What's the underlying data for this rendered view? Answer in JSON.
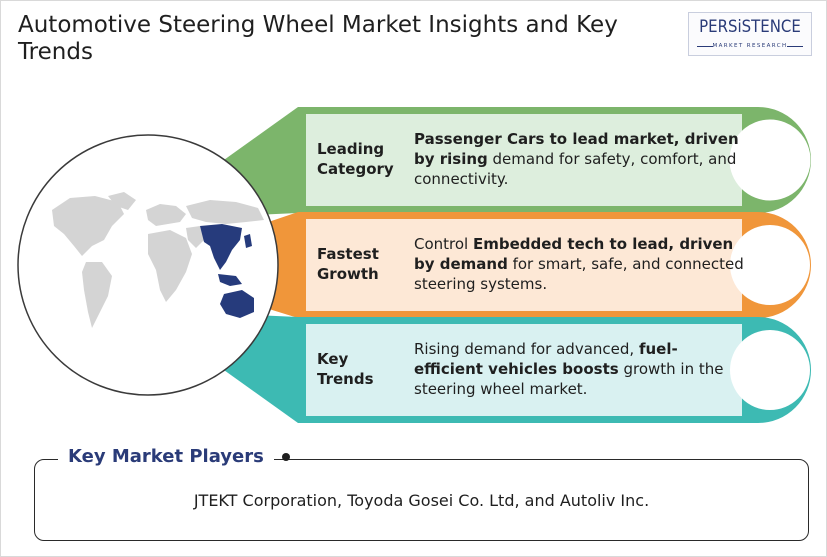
{
  "header": {
    "title": "Automotive Steering Wheel Market Insights and Key Trends"
  },
  "logo": {
    "name": "PERSiSTENCE",
    "tagline": "MARKET RESEARCH"
  },
  "map": {
    "icon": "world-map-icon",
    "highlight_color": "#263b7c",
    "base_color": "#d4d4d4"
  },
  "insights": [
    {
      "label": "Leading Category",
      "accent_color": "#7cb56b",
      "fill_color": "#ddeedd",
      "desc_bold": "Passenger Cars to lead market, driven by rising",
      "desc_rest": " demand for safety, comfort, and connectivity."
    },
    {
      "label": "Fastest Growth",
      "accent_color": "#f0963a",
      "fill_color": "#fde8d6",
      "desc_pre": "Control ",
      "desc_bold": "Embedded tech to lead, driven by demand",
      "desc_rest": " for smart, safe, and connected steering systems."
    },
    {
      "label": "Key Trends",
      "accent_color": "#3dbab3",
      "fill_color": "#d9f1f1",
      "desc_pre": "Rising demand for advanced, ",
      "desc_bold": "fuel-efficient vehicles boosts",
      "desc_rest": " growth in the steering wheel market."
    }
  ],
  "players": {
    "title": "Key Market Players",
    "text": "JTEKT Corporation, Toyoda Gosei Co. Ltd, and Autoliv Inc."
  }
}
